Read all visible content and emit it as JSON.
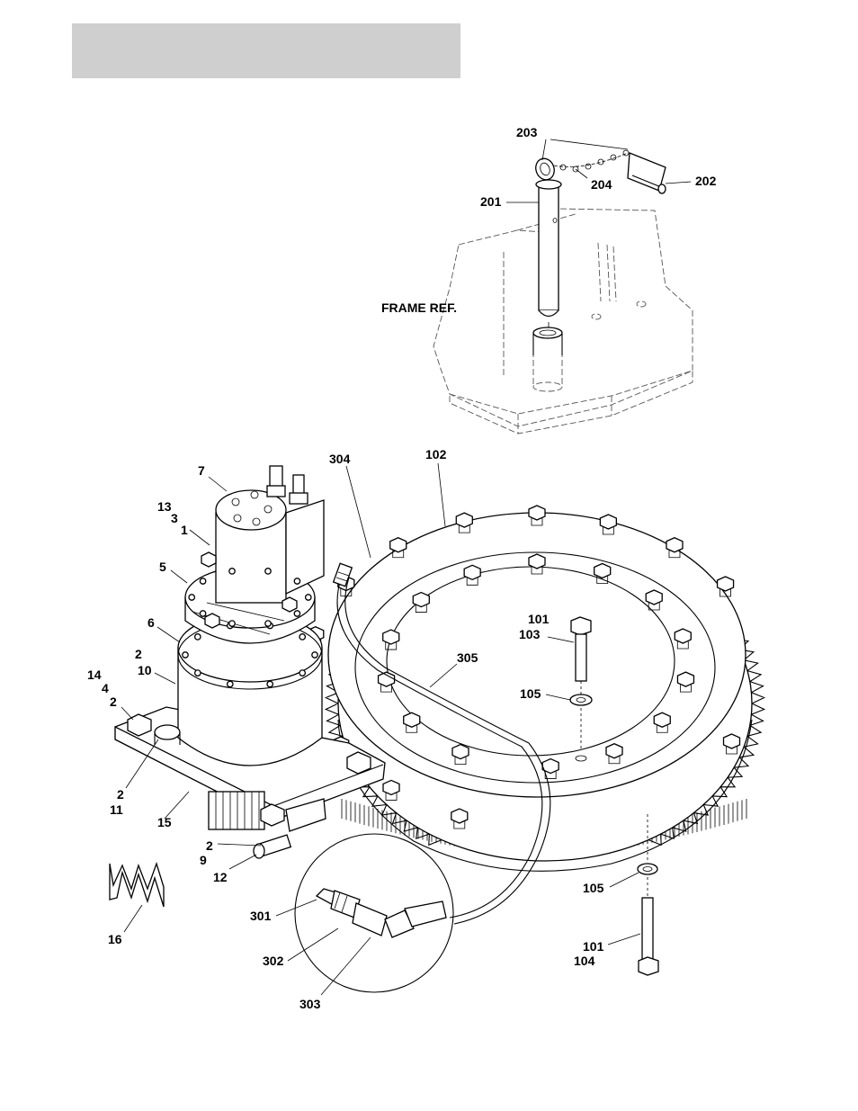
{
  "header": {
    "title": ""
  },
  "frame_ref": "FRAME REF.",
  "callouts": {
    "c203": "203",
    "c204": "204",
    "c202": "202",
    "c201": "201",
    "c304": "304",
    "c102": "102",
    "c7": "7",
    "c13": "13",
    "c3": "3",
    "c1": "1",
    "c5": "5",
    "c6": "6",
    "c2a": "2",
    "c10": "10",
    "c14": "14",
    "c4": "4",
    "c2b": "2",
    "c2c": "2",
    "c11": "11",
    "c15": "15",
    "c2d": "2",
    "c9": "9",
    "c12": "12",
    "c16": "16",
    "c101a": "101",
    "c103": "103",
    "c105a": "105",
    "c305": "305",
    "c105b": "105",
    "c101b": "101",
    "c104": "104",
    "c301": "301",
    "c302": "302",
    "c303": "303"
  },
  "icons": [
    "swing-drive-assembly",
    "slew-ring-gear",
    "frame-pin",
    "hydraulic-fitting"
  ]
}
